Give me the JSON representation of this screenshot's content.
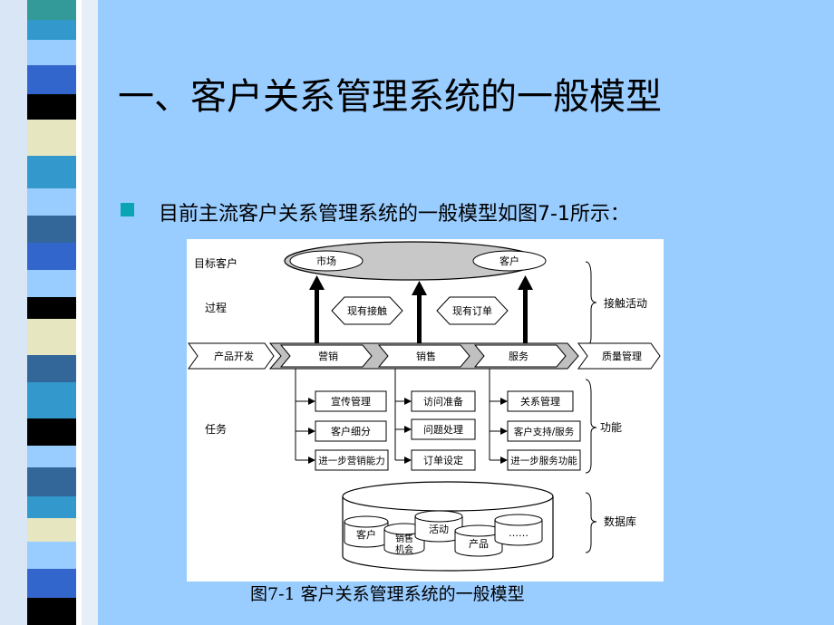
{
  "slide": {
    "title": "一、客户关系管理系统的一般模型",
    "bullet": "目前主流客户关系管理系统的一般模型如图7-1所示：",
    "caption": "图7-1  客户关系管理系统的一般模型"
  },
  "diagram": {
    "row_labels": {
      "target": "目标客户",
      "process": "过程",
      "task": "任务"
    },
    "side_labels": {
      "contact": "接触活动",
      "function": "功能",
      "database": "数据库"
    },
    "ellipse_nodes": {
      "market": "市场",
      "customer": "客户"
    },
    "diamond_nodes": {
      "current_contact": "现有接触",
      "current_order": "现有订单"
    },
    "chain": {
      "product_dev": "产品开发",
      "marketing": "营销",
      "sales": "销售",
      "service": "服务",
      "quality": "质量管理"
    },
    "tasks": {
      "marketing": [
        "宣传管理",
        "客户细分",
        "进一步营销能力"
      ],
      "sales": [
        "访问准备",
        "问题处理",
        "订单设定"
      ],
      "service": [
        "关系管理",
        "客户支持/服务",
        "进一步服务功能"
      ]
    },
    "db": {
      "customer": "客户",
      "sales_opp_1": "销售",
      "sales_opp_2": "机会",
      "activity": "活动",
      "product": "产品",
      "more": "……"
    }
  },
  "colors": {
    "background": "#99ccff",
    "bullet": "#0aa4b4",
    "ellipse_fill": "#c8c8c8",
    "chain_fill": "#c0c0c0"
  }
}
